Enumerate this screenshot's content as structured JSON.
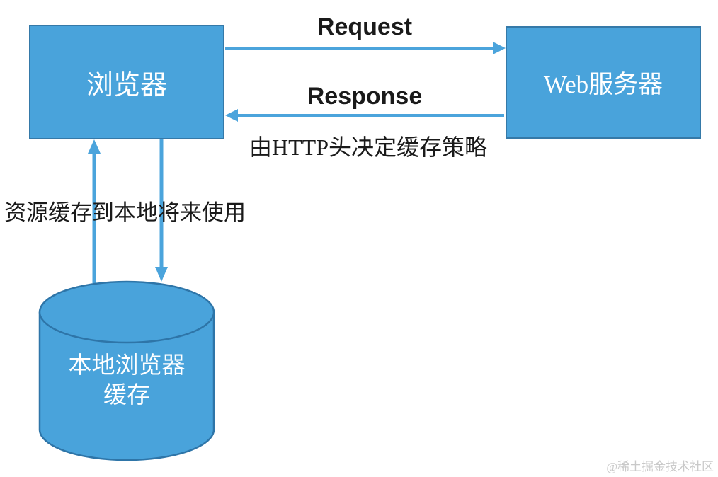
{
  "diagram": {
    "nodes": {
      "browser": {
        "label": "浏览器"
      },
      "web_server": {
        "label": "Web服务器"
      },
      "local_cache": {
        "label_line1": "本地浏览器",
        "label_line2": "缓存"
      }
    },
    "edges": {
      "request": {
        "label": "Request",
        "direction": "browser-to-server"
      },
      "response": {
        "label": "Response",
        "direction": "server-to-browser",
        "note": "由HTTP头决定缓存策略"
      },
      "cache_read": {
        "direction": "cache-to-browser"
      },
      "cache_write": {
        "direction": "browser-to-cache"
      }
    },
    "annotations": {
      "cache_usage_note": "资源缓存到本地将来使用"
    },
    "watermark": "@稀土掘金技术社区",
    "colors": {
      "background": "#FFFFFF",
      "shape_fill": "#49A3DB",
      "shape_stroke": "#3579A8",
      "cylinder_stroke": "#2E75A8",
      "arrow": "#4BA4DC",
      "text": "#1A1A1A",
      "node_text": "#FFFFFF",
      "watermark_text": "#C9C9C9"
    }
  }
}
